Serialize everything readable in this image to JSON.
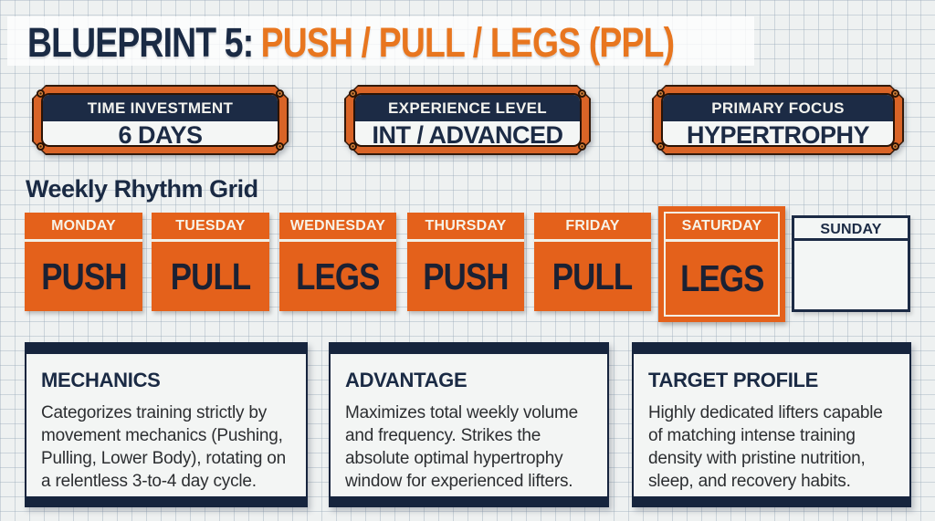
{
  "page": {
    "title_prefix": "BLUEPRINT 5:",
    "title_main": "PUSH / PULL / LEGS (PPL)"
  },
  "badges": [
    {
      "label": "TIME INVESTMENT",
      "value": "6 DAYS"
    },
    {
      "label": "EXPERIENCE LEVEL",
      "value": "INT / ADVANCED"
    },
    {
      "label": "PRIMARY FOCUS",
      "value": "HYPERTROPHY"
    }
  ],
  "week_grid": {
    "heading": "Weekly Rhythm Grid",
    "days": [
      {
        "day": "MONDAY",
        "session": "PUSH",
        "highlighted": false
      },
      {
        "day": "TUESDAY",
        "session": "PULL",
        "highlighted": false
      },
      {
        "day": "WEDNESDAY",
        "session": "LEGS",
        "highlighted": false
      },
      {
        "day": "THURSDAY",
        "session": "PUSH",
        "highlighted": false
      },
      {
        "day": "FRIDAY",
        "session": "PULL",
        "highlighted": false
      },
      {
        "day": "SATURDAY",
        "session": "LEGS",
        "highlighted": true
      },
      {
        "day": "SUNDAY",
        "session": "",
        "rest": true
      }
    ]
  },
  "cards": [
    {
      "title": "MECHANICS",
      "body": "Categorizes training strictly by movement mechanics (Pushing, Pulling, Lower Body), rotating on a relentless 3-to-4 day cycle."
    },
    {
      "title": "ADVANTAGE",
      "body": "Maximizes total weekly volume and frequency. Strikes the absolute optimal hypertrophy window for experienced lifters."
    },
    {
      "title": "TARGET PROFILE",
      "body": "Highly dedicated lifters capable of matching intense training density with pristine nutrition, sleep, and recovery habits."
    }
  ],
  "colors": {
    "accent_orange": "#e4611b",
    "navy": "#1a2a44",
    "paper": "#eef1f1",
    "grid_line": "#c9d2d9",
    "plate_white": "#f4f6f5"
  }
}
